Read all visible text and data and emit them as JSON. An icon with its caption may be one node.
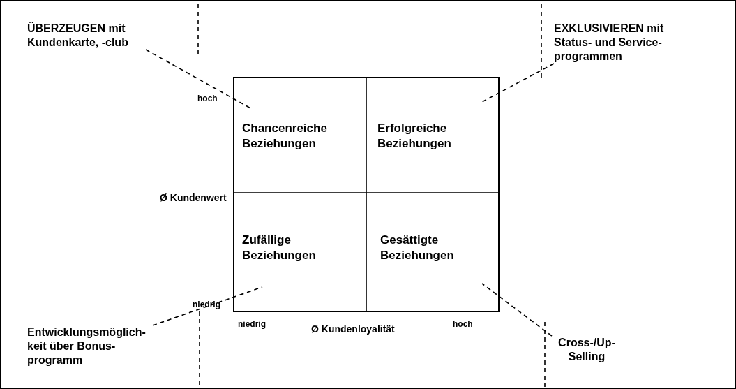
{
  "diagram": {
    "nodes": [
      {
        "text": [
          "ÜBERZEUGEN mit Kundenkarte, -club"
        ]
      },
      {
        "text": [
          "EXKLUSIVIEREN mit Status- und Service- programmen"
        ]
      },
      {
        "text": [
          "Chancenreiche Beziehungen"
        ]
      },
      {
        "text": [
          "Erfolgreiche Beziehungen"
        ]
      },
      {
        "text": [
          "Zufällige Beziehungen"
        ]
      },
      {
        "text": [
          "Gesättigte Beziehungen"
        ]
      },
      {
        "text": [
          "Entwicklungsmöglich- keit über Bonus- programm"
        ]
      },
      {
        "text": [
          "Cross-/Up- Selling"
        ]
      }
    ],
    "edges": [
      {
        "from": 0,
        "to": 2,
        "arrow": "none",
        "style": "dashed"
      },
      {
        "from": 1,
        "to": 3,
        "arrow": "none",
        "style": "dashed"
      },
      {
        "from": 6,
        "to": 4,
        "arrow": "none",
        "style": "dashed"
      },
      {
        "from": 7,
        "to": 5,
        "arrow": "none",
        "style": "dashed"
      }
    ],
    "labels": [
      "hoch",
      "Ø Kundenwert",
      "niedrig",
      "niedrig",
      "Ø Kundenloyalität",
      "hoch"
    ]
  }
}
